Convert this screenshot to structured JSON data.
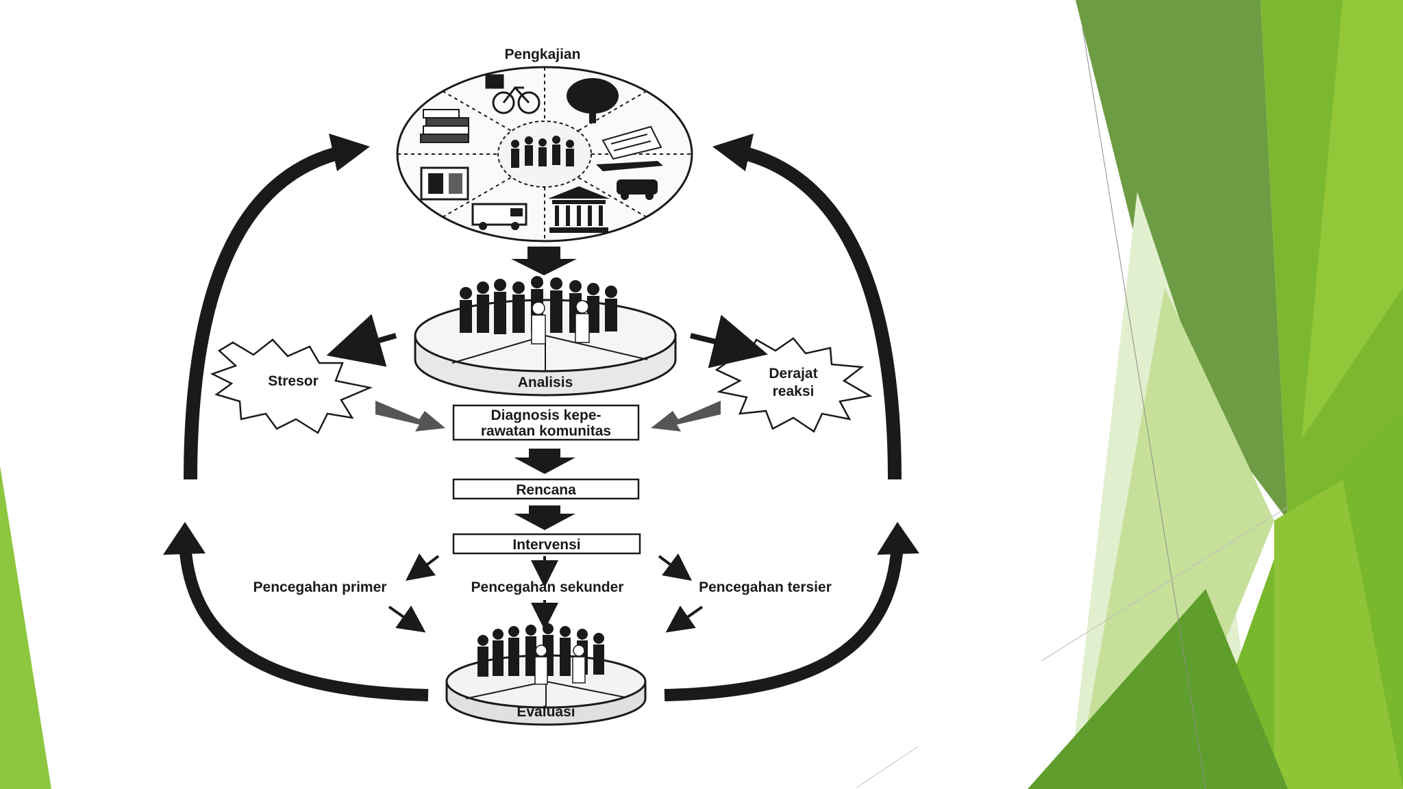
{
  "slide": {
    "accent_colors": [
      "#6b9a3f",
      "#7fbf2a",
      "#9ccc3a",
      "#d3e8b0",
      "#4f8a1e"
    ]
  },
  "diagram": {
    "top": {
      "label": "Pengkajian"
    },
    "analysis": {
      "label": "Analisis"
    },
    "stressor": {
      "label": "Stresor"
    },
    "reaction": {
      "line1": "Derajat",
      "line2": "reaksi"
    },
    "diagnosis": {
      "line1": "Diagnosis kepe-",
      "line2": "rawatan komunitas"
    },
    "plan": {
      "label": "Rencana"
    },
    "intervention": {
      "label": "Intervensi"
    },
    "prevention": {
      "primary": "Pencegahan primer",
      "secondary": "Pencegahan sekunder",
      "tertiary": "Pencegahan tersier"
    },
    "evaluation": {
      "label": "Evaluasi"
    },
    "assessment_icons": [
      "bicycle-icon",
      "tree-icon",
      "document-icon",
      "airplane-car-icon",
      "building-icon",
      "ambulance-icon",
      "telephone-icon",
      "money-icon",
      "crowd-icon"
    ]
  }
}
